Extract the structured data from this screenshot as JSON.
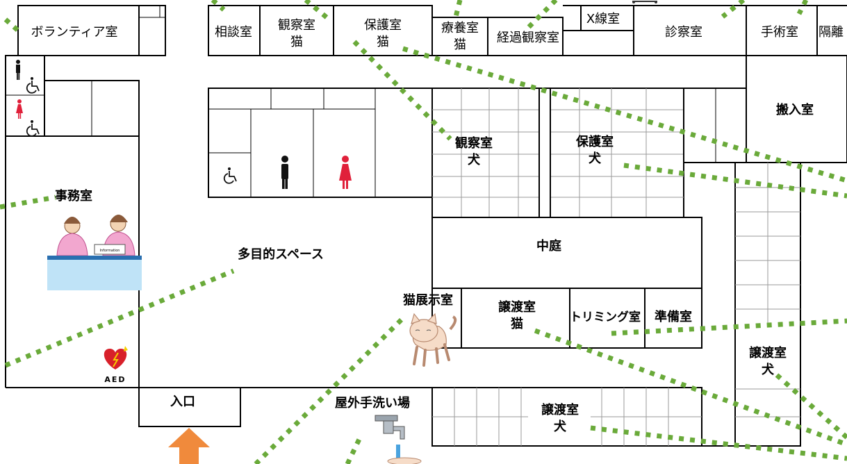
{
  "rooms": {
    "volunteer": "ボランティア室",
    "consult": "相談室",
    "observe_cat_1": "観察室",
    "observe_cat_2": "猫",
    "protect_cat_1": "保護室",
    "protect_cat_2": "猫",
    "recover_cat_1": "療養室",
    "recover_cat_2": "猫",
    "progress_observe": "経過観察室",
    "xray": "X線室",
    "exam": "診察室",
    "surgery": "手術室",
    "isolation": "隔離",
    "carry_in": "搬入室",
    "observe_dog_1": "観察室",
    "observe_dog_2": "犬",
    "protect_dog_1": "保護室",
    "protect_dog_2": "犬",
    "office": "事務室",
    "multipurpose": "多目的スペース",
    "courtyard": "中庭",
    "cat_display": "猫展示室",
    "transfer_cat_1": "譲渡室",
    "transfer_cat_2": "猫",
    "trimming": "トリミング室",
    "prep": "準備室",
    "transfer_dog_right_1": "譲渡室",
    "transfer_dog_right_2": "犬",
    "entrance": "入口",
    "handwash": "屋外手洗い場",
    "transfer_dog_bottom_1": "譲渡室",
    "transfer_dog_bottom_2": "犬"
  },
  "aed_label": "AED",
  "desk_sign": "Information",
  "colors": {
    "walls": "#000000",
    "dotted_lines": "#6aaa3a",
    "arrow": "#f08a3c",
    "female_icon": "#e0203a",
    "male_icon": "#111111",
    "desk": "#bfe3f7",
    "aed": "#d8202a"
  },
  "icons": [
    "male-toilet-icon",
    "female-toilet-icon",
    "wheelchair-icon",
    "aed-icon",
    "cat-illustration",
    "office-staff-illustration",
    "faucet-illustration",
    "entrance-arrow-icon"
  ]
}
